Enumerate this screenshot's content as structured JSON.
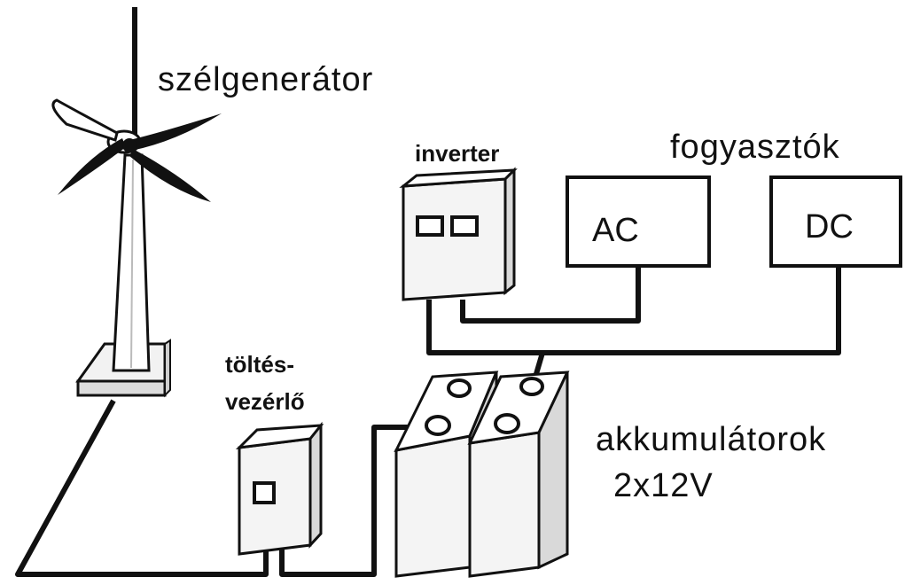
{
  "labels": {
    "wind_generator": "szélgenerátor",
    "inverter": "inverter",
    "consumers": "fogyasztók",
    "ac": "AC",
    "dc": "DC",
    "charge_controller_line1": "töltés-",
    "charge_controller_line2": "vezérlő",
    "batteries_line1": "akkumulátorok",
    "batteries_line2": "2x12V"
  },
  "colors": {
    "ink": "#111111",
    "box_fill": "#f4f4f4",
    "box_side": "#d9d9d9",
    "background": "#ffffff"
  }
}
